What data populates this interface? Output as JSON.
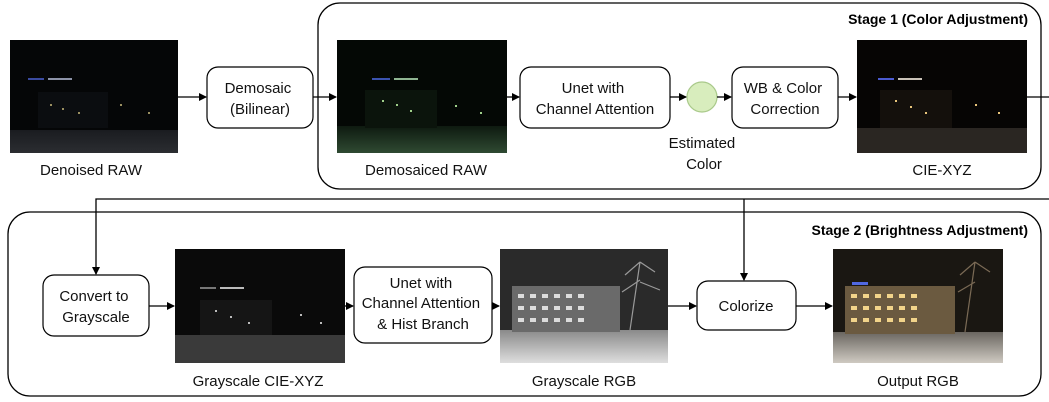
{
  "stages": {
    "stage1_title": "Stage 1 (Color Adjustment)",
    "stage2_title": "Stage 2 (Brightness Adjustment)"
  },
  "images": {
    "denoised_raw": "Denoised RAW",
    "demosaiced_raw": "Demosaiced RAW",
    "cie_xyz": "CIE-XYZ",
    "grayscale_cie_xyz": "Grayscale CIE-XYZ",
    "grayscale_rgb": "Grayscale RGB",
    "output_rgb": "Output RGB"
  },
  "boxes": {
    "demosaic": [
      "Demosaic",
      "(Bilinear)"
    ],
    "unet_ca": [
      "Unet with",
      "Channel Attention"
    ],
    "wb": [
      "WB & Color",
      "Correction"
    ],
    "convert": [
      "Convert to",
      "Grayscale"
    ],
    "unet_hist": [
      "Unet with",
      "Channel Attention",
      "& Hist Branch"
    ],
    "colorize": [
      "Colorize"
    ]
  },
  "estimated_color": [
    "Estimated",
    "Color"
  ],
  "colors": {
    "estimated_circle_fill": "#d8edbd",
    "estimated_circle_stroke": "#a9c98a",
    "photo_bg": "#050607"
  }
}
